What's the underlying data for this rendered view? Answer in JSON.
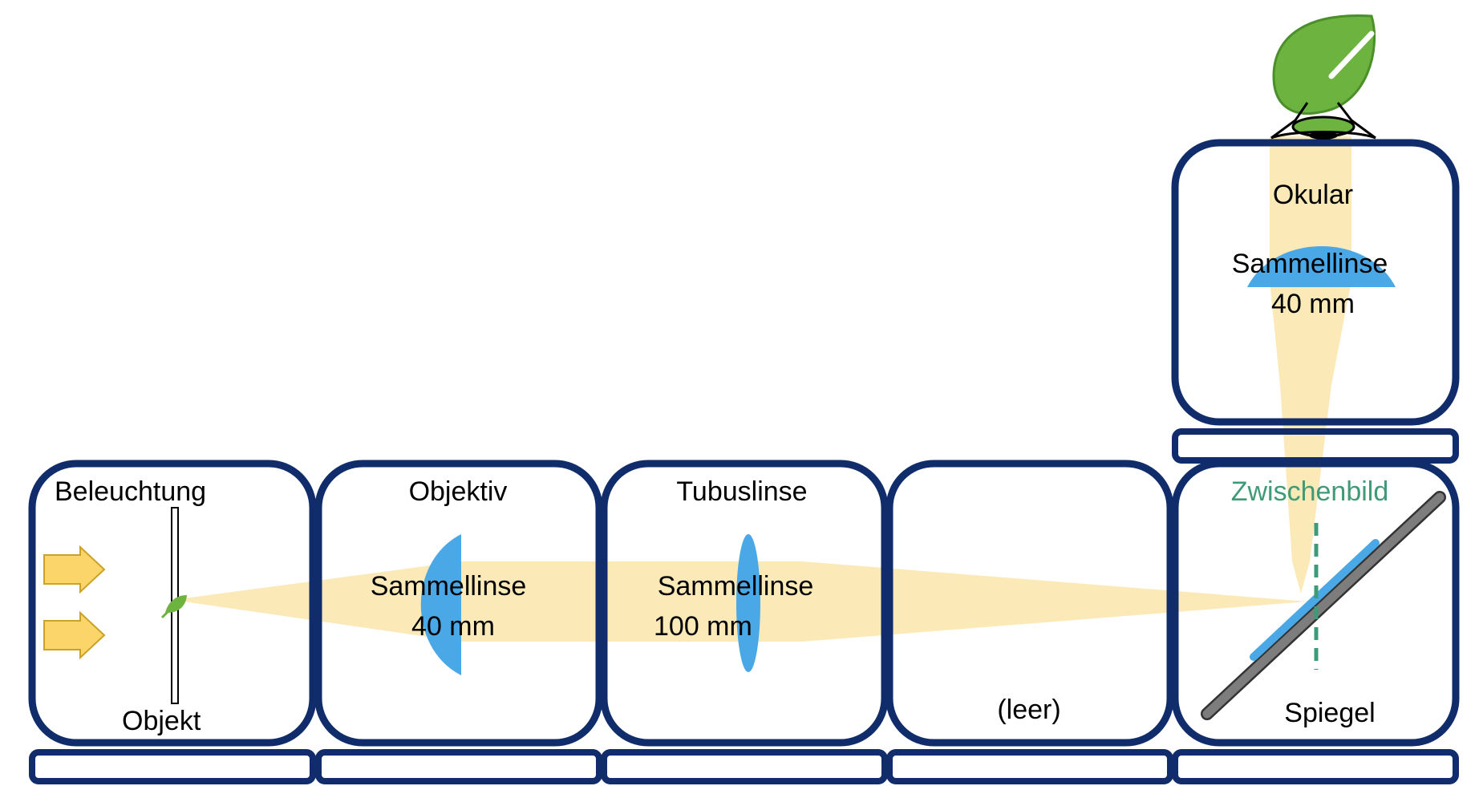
{
  "modules": {
    "illumination": {
      "title": "Beleuchtung",
      "object_label": "Objekt"
    },
    "objective": {
      "title": "Objektiv",
      "lens_type": "Sammellinse",
      "focal_length": "40 mm"
    },
    "tube_lens": {
      "title": "Tubuslinse",
      "lens_type": "Sammellinse",
      "focal_length": "100 mm"
    },
    "empty": {
      "title": "(leer)"
    },
    "mirror": {
      "intermediate_image": "Zwischenbild",
      "label": "Spiegel"
    },
    "eyepiece": {
      "title": "Okular",
      "lens_type": "Sammellinse",
      "focal_length": "40 mm"
    }
  },
  "colors": {
    "frame": "#102c6b",
    "lens": "#4aa8e6",
    "light_beam": "#fbe9b7",
    "arrow_fill": "#fbd46a",
    "arrow_stroke": "#c9a227",
    "leaf": "#6db33f",
    "mirror": "#7d7d7d",
    "mirror_coating": "#4aa8e6",
    "intermediate_image": "#3f9a78"
  },
  "icons": [
    "light-arrow-icon",
    "leaf-icon",
    "eye-icon"
  ]
}
